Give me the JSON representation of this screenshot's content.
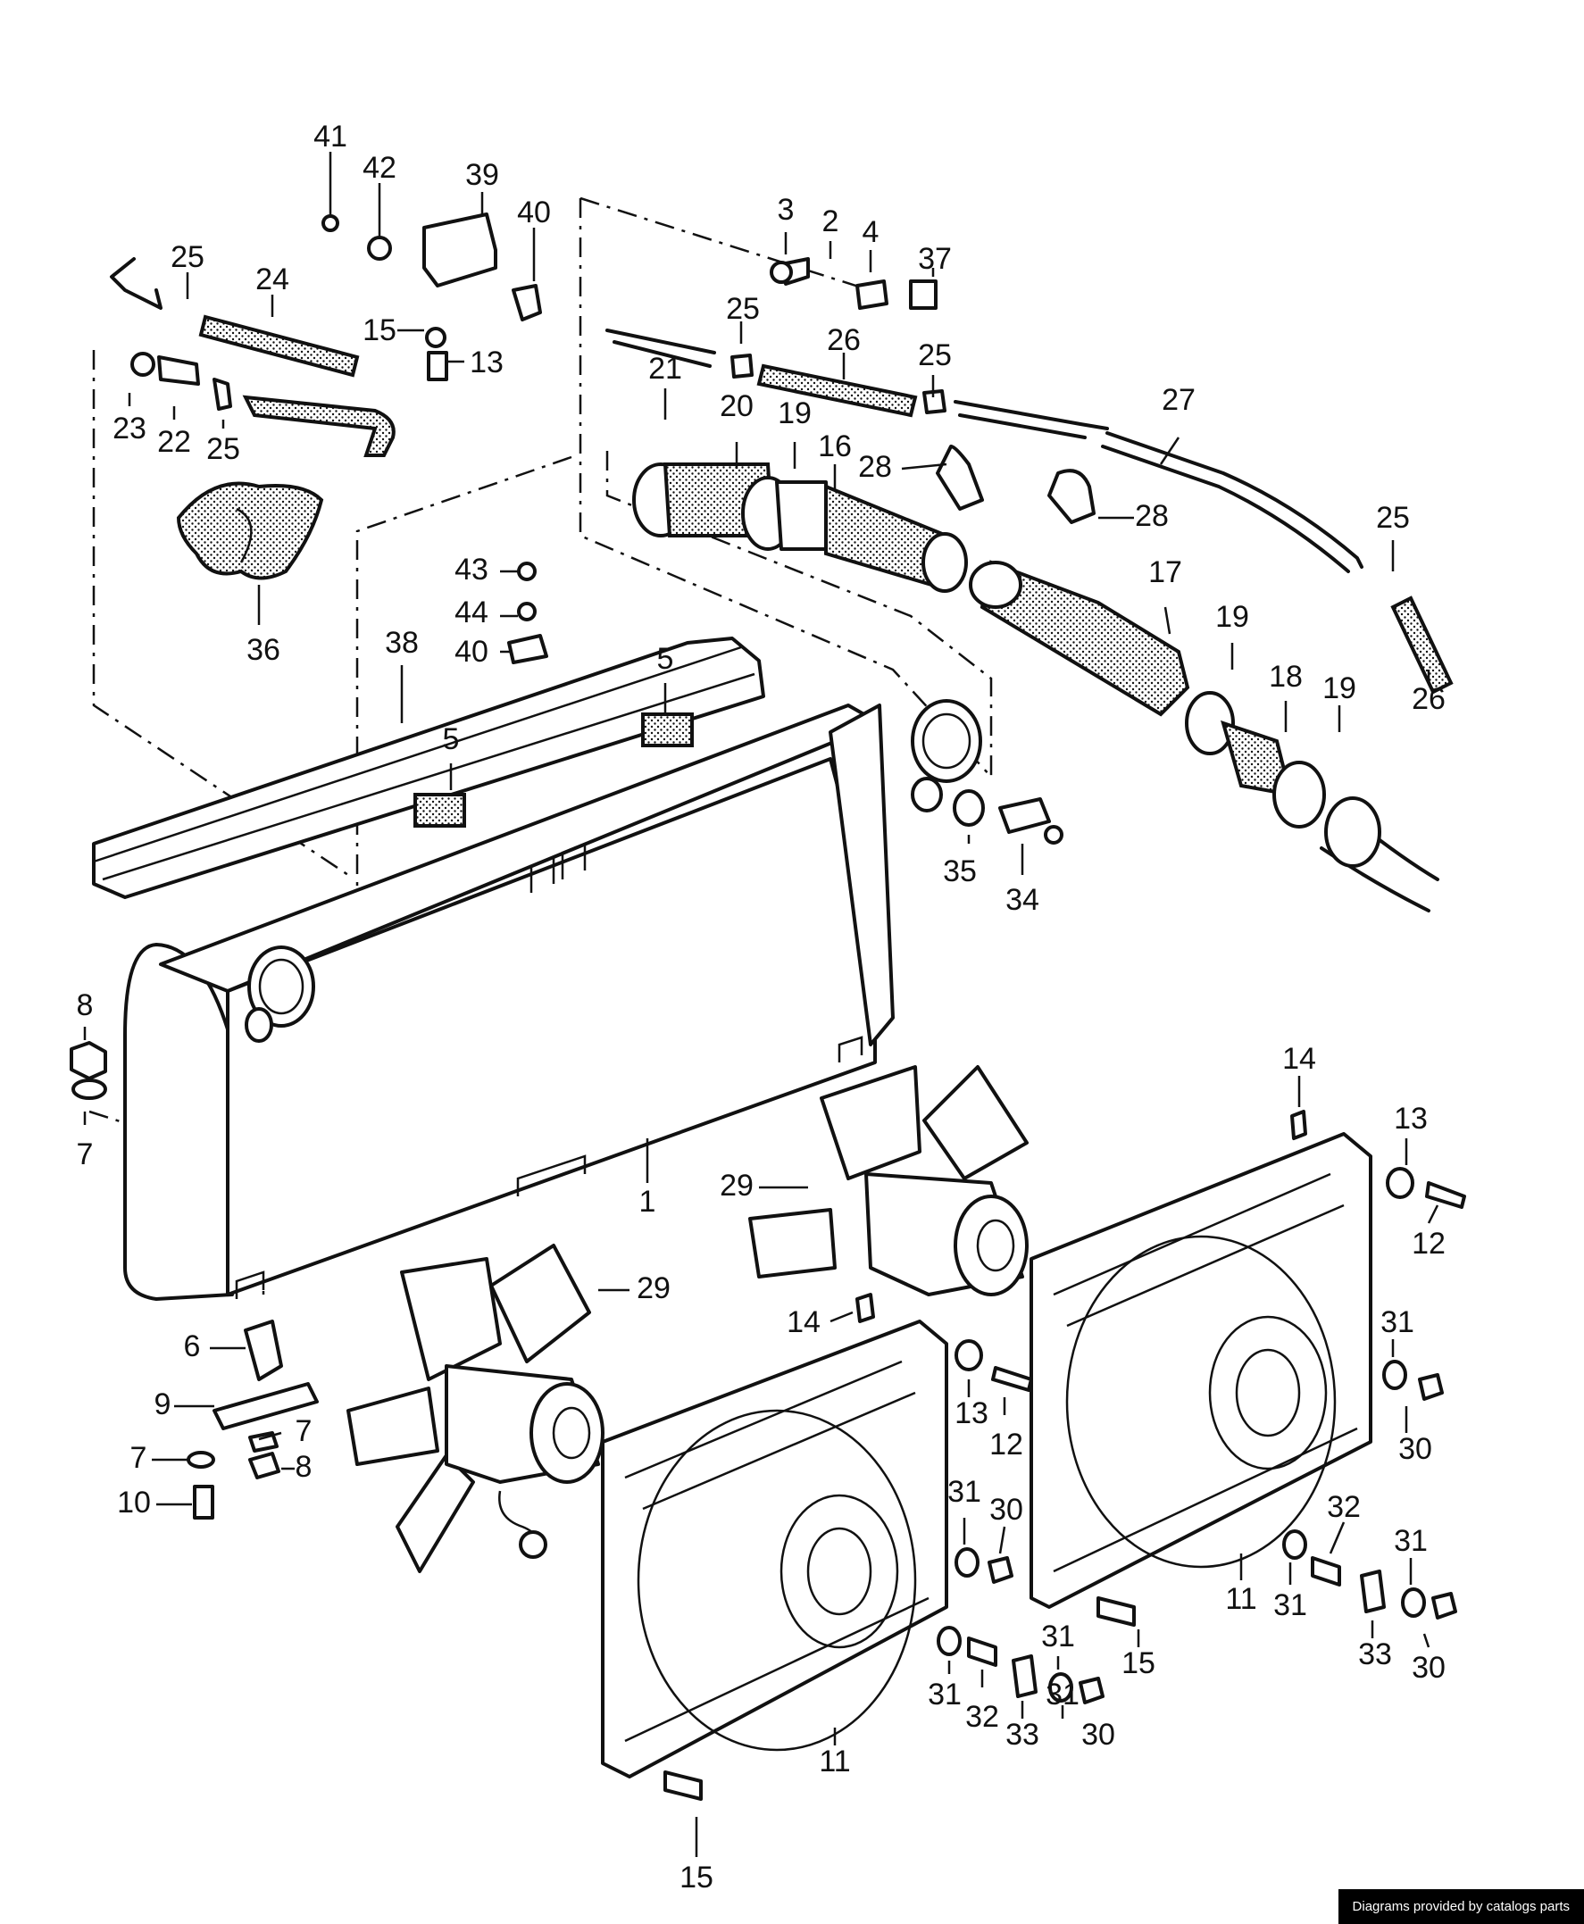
{
  "footer": {
    "credit": "Diagrams provided by catalogs parts"
  },
  "callouts": [
    {
      "id": "c41",
      "text": "41"
    },
    {
      "id": "c42",
      "text": "42"
    },
    {
      "id": "c39",
      "text": "39"
    },
    {
      "id": "c40a",
      "text": "40"
    },
    {
      "id": "c25a",
      "text": "25"
    },
    {
      "id": "c24",
      "text": "24"
    },
    {
      "id": "c15a",
      "text": "15"
    },
    {
      "id": "c13a",
      "text": "13"
    },
    {
      "id": "c23",
      "text": "23"
    },
    {
      "id": "c22",
      "text": "22"
    },
    {
      "id": "c25b",
      "text": "25"
    },
    {
      "id": "c36",
      "text": "36"
    },
    {
      "id": "c3",
      "text": "3"
    },
    {
      "id": "c2",
      "text": "2"
    },
    {
      "id": "c4",
      "text": "4"
    },
    {
      "id": "c37",
      "text": "37"
    },
    {
      "id": "c25c",
      "text": "25"
    },
    {
      "id": "c26a",
      "text": "26"
    },
    {
      "id": "c25d",
      "text": "25"
    },
    {
      "id": "c21",
      "text": "21"
    },
    {
      "id": "c20",
      "text": "20"
    },
    {
      "id": "c19a",
      "text": "19"
    },
    {
      "id": "c16",
      "text": "16"
    },
    {
      "id": "c28a",
      "text": "28"
    },
    {
      "id": "c28b",
      "text": "28"
    },
    {
      "id": "c27",
      "text": "27"
    },
    {
      "id": "c25e",
      "text": "25"
    },
    {
      "id": "c17",
      "text": "17"
    },
    {
      "id": "c19b",
      "text": "19"
    },
    {
      "id": "c18",
      "text": "18"
    },
    {
      "id": "c19c",
      "text": "19"
    },
    {
      "id": "c26b",
      "text": "26"
    },
    {
      "id": "c43",
      "text": "43"
    },
    {
      "id": "c44",
      "text": "44"
    },
    {
      "id": "c40b",
      "text": "40"
    },
    {
      "id": "c38",
      "text": "38"
    },
    {
      "id": "c5a",
      "text": "5"
    },
    {
      "id": "c5b",
      "text": "5"
    },
    {
      "id": "c35",
      "text": "35"
    },
    {
      "id": "c34",
      "text": "34"
    },
    {
      "id": "c8a",
      "text": "8"
    },
    {
      "id": "c7a",
      "text": "7"
    },
    {
      "id": "c1",
      "text": "1"
    },
    {
      "id": "c29a",
      "text": "29"
    },
    {
      "id": "c14a",
      "text": "14"
    },
    {
      "id": "c13b",
      "text": "13"
    },
    {
      "id": "c12a",
      "text": "12"
    },
    {
      "id": "c29b",
      "text": "29"
    },
    {
      "id": "c6",
      "text": "6"
    },
    {
      "id": "c9",
      "text": "9"
    },
    {
      "id": "c7b",
      "text": "7"
    },
    {
      "id": "c7c",
      "text": "7"
    },
    {
      "id": "c8b",
      "text": "8"
    },
    {
      "id": "c10",
      "text": "10"
    },
    {
      "id": "c14b",
      "text": "14"
    },
    {
      "id": "c13c",
      "text": "13"
    },
    {
      "id": "c12b",
      "text": "12"
    },
    {
      "id": "c31a",
      "text": "31"
    },
    {
      "id": "c30a",
      "text": "30"
    },
    {
      "id": "c32a",
      "text": "32"
    },
    {
      "id": "c31b",
      "text": "31"
    },
    {
      "id": "c31c",
      "text": "31"
    },
    {
      "id": "c30b",
      "text": "30"
    },
    {
      "id": "c31d",
      "text": "31"
    },
    {
      "id": "c32b",
      "text": "32"
    },
    {
      "id": "c31e",
      "text": "31"
    },
    {
      "id": "c33a",
      "text": "33"
    },
    {
      "id": "c30c",
      "text": "30"
    },
    {
      "id": "c11a",
      "text": "11"
    },
    {
      "id": "c15b",
      "text": "15"
    },
    {
      "id": "c31f",
      "text": "31"
    },
    {
      "id": "c30d",
      "text": "30"
    },
    {
      "id": "c11b",
      "text": "11"
    },
    {
      "id": "c31g",
      "text": "31"
    },
    {
      "id": "c33b",
      "text": "33"
    },
    {
      "id": "c15c",
      "text": "15"
    }
  ]
}
